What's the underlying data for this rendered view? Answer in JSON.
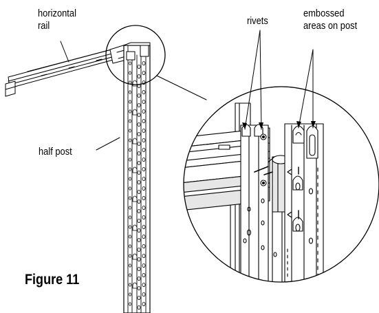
{
  "labels": {
    "horizontal_rail": [
      "horizontal",
      "rail"
    ],
    "rivets": "rivets",
    "embossed": [
      "embossed",
      "areas on post"
    ],
    "half_post": "half post"
  },
  "figure_title": "Figure 11",
  "colors": {
    "line": "#000000",
    "background": "#ffffff",
    "shade": "#d9d9d9"
  }
}
